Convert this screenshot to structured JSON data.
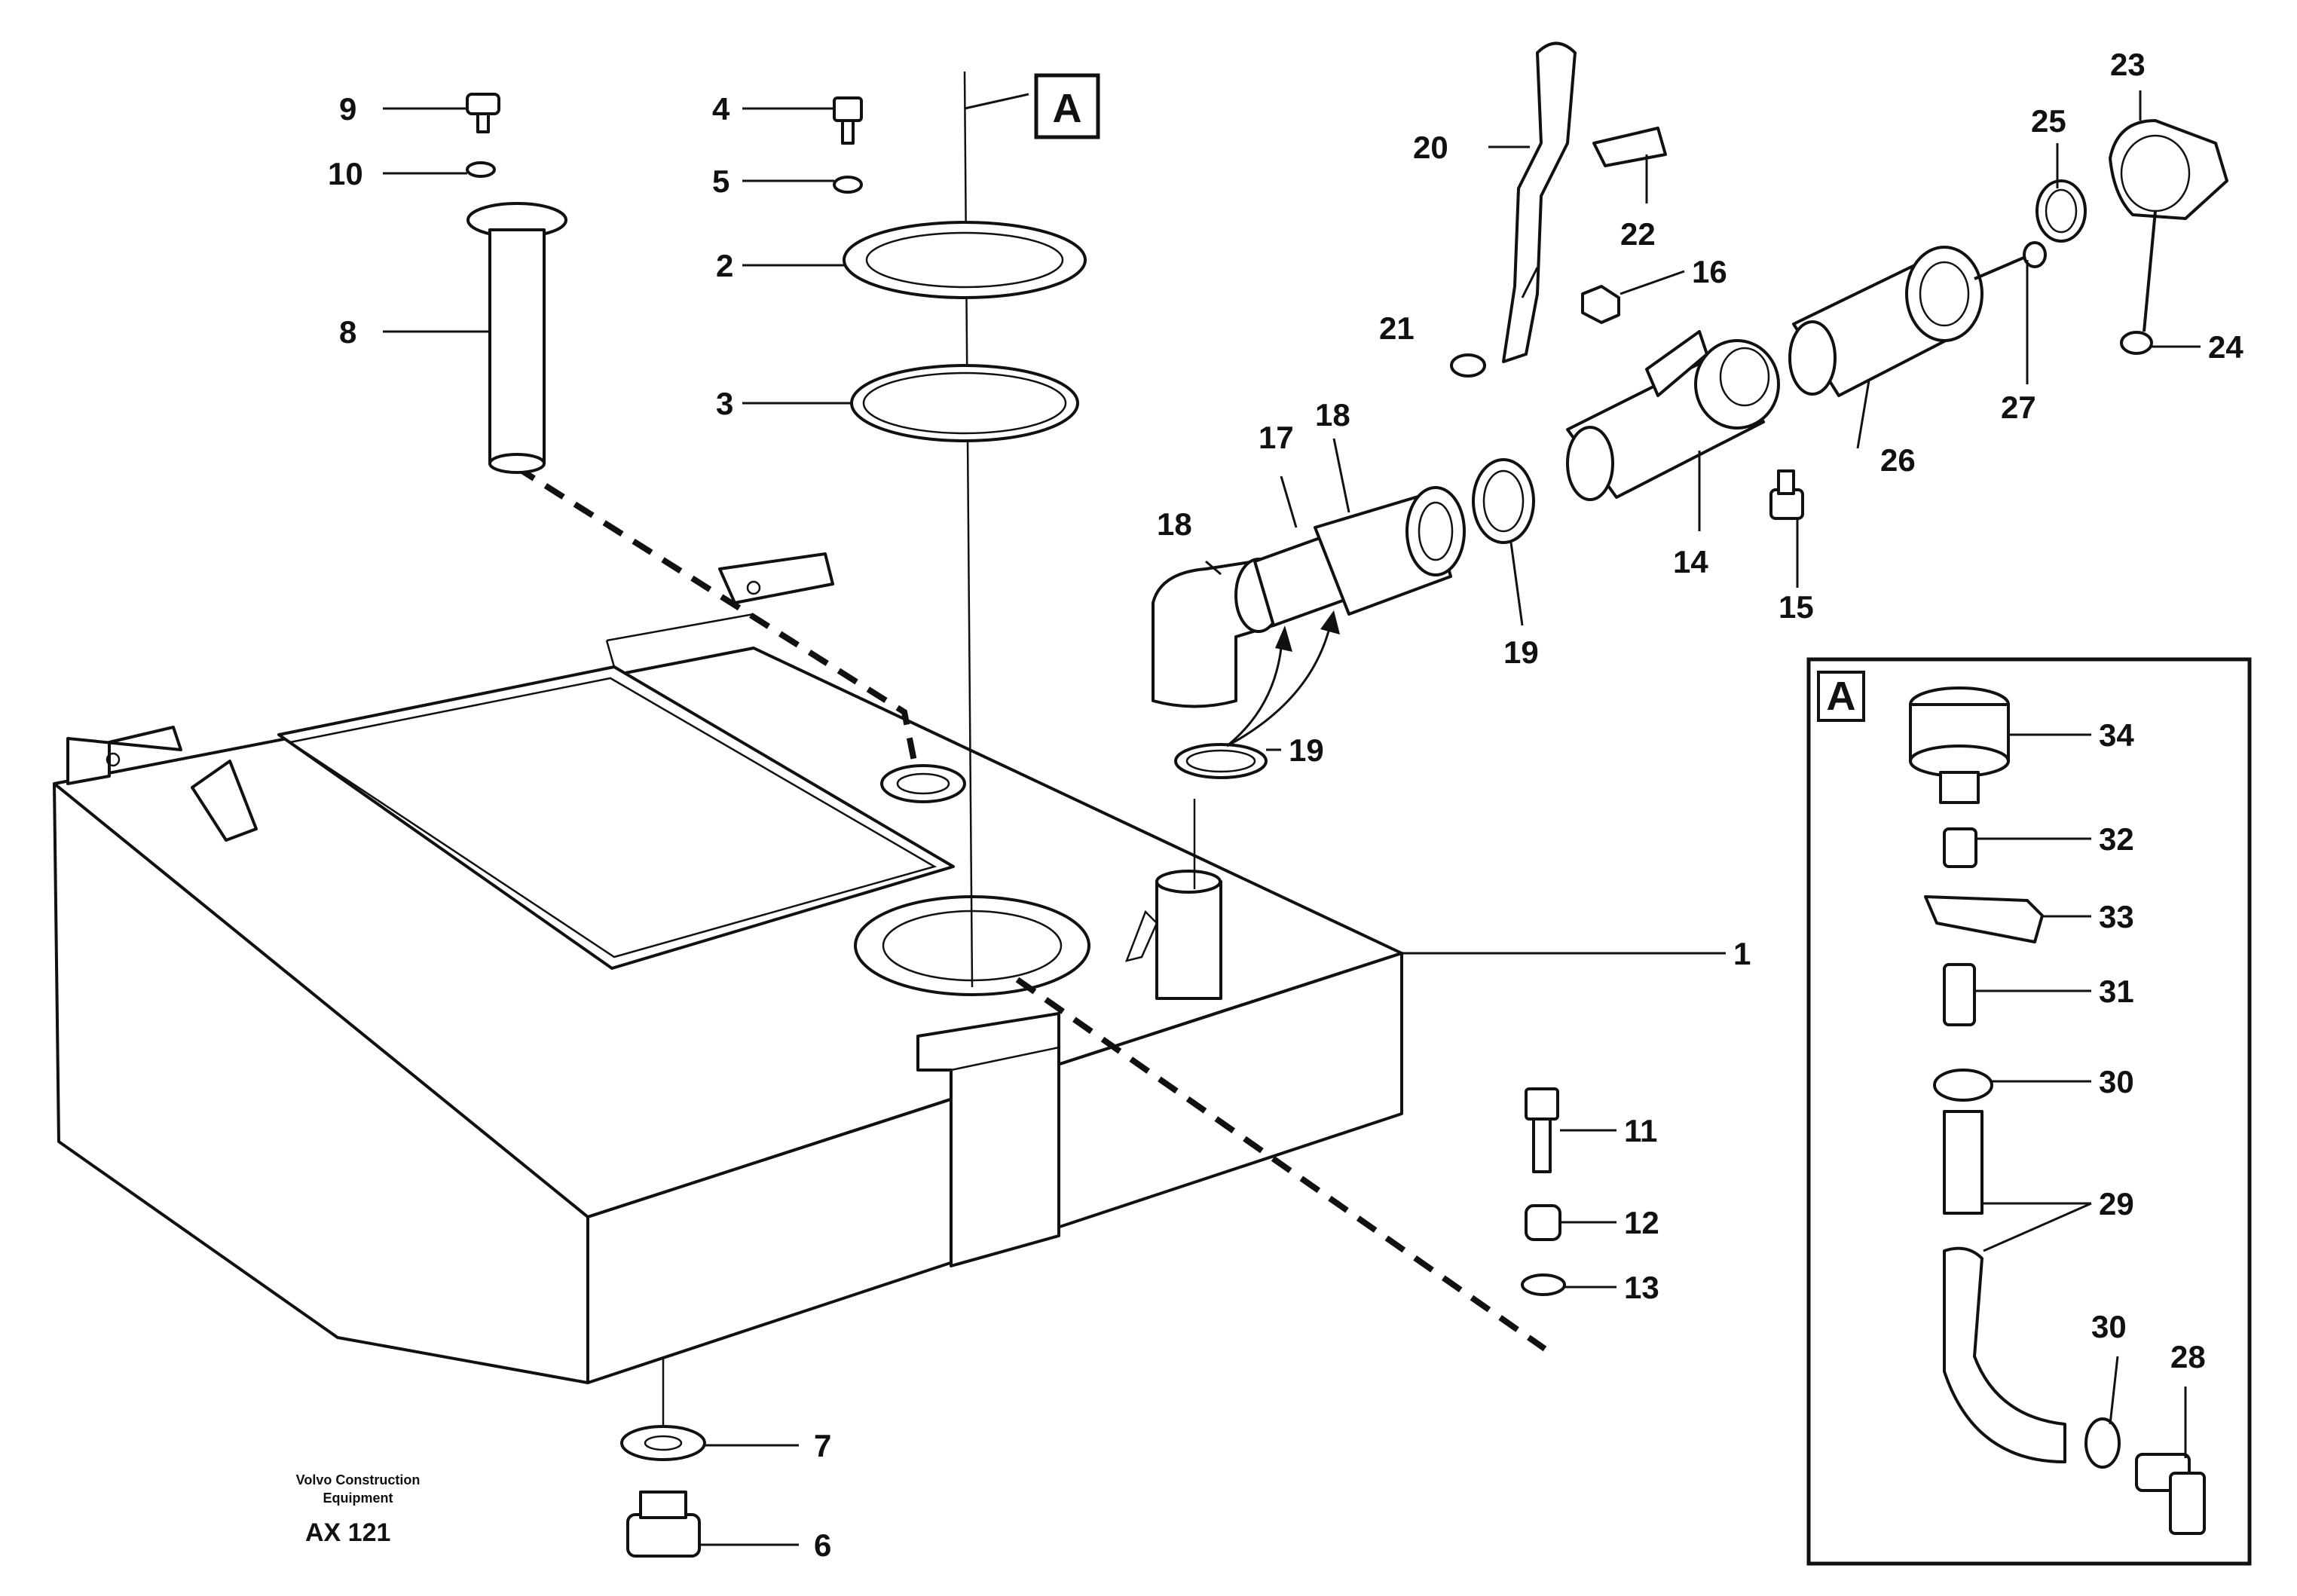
{
  "diagram": {
    "credit_line1": "Volvo Construction",
    "credit_line2": "Equipment",
    "doc_ref": "AX 121",
    "detail_label": "A",
    "detail_box_label": "A"
  },
  "callouts": [
    {
      "id": "c1",
      "text": "1"
    },
    {
      "id": "c2",
      "text": "2"
    },
    {
      "id": "c3",
      "text": "3"
    },
    {
      "id": "c4",
      "text": "4"
    },
    {
      "id": "c5",
      "text": "5"
    },
    {
      "id": "c6",
      "text": "6"
    },
    {
      "id": "c7",
      "text": "7"
    },
    {
      "id": "c8",
      "text": "8"
    },
    {
      "id": "c9",
      "text": "9"
    },
    {
      "id": "c10",
      "text": "10"
    },
    {
      "id": "c11",
      "text": "11"
    },
    {
      "id": "c12",
      "text": "12"
    },
    {
      "id": "c13",
      "text": "13"
    },
    {
      "id": "c14",
      "text": "14"
    },
    {
      "id": "c15",
      "text": "15"
    },
    {
      "id": "c16",
      "text": "16"
    },
    {
      "id": "c17",
      "text": "17"
    },
    {
      "id": "c18a",
      "text": "18"
    },
    {
      "id": "c18b",
      "text": "18"
    },
    {
      "id": "c19a",
      "text": "19"
    },
    {
      "id": "c19b",
      "text": "19"
    },
    {
      "id": "c20",
      "text": "20"
    },
    {
      "id": "c21",
      "text": "21"
    },
    {
      "id": "c22",
      "text": "22"
    },
    {
      "id": "c23",
      "text": "23"
    },
    {
      "id": "c24",
      "text": "24"
    },
    {
      "id": "c25",
      "text": "25"
    },
    {
      "id": "c26",
      "text": "26"
    },
    {
      "id": "c27",
      "text": "27"
    },
    {
      "id": "c28",
      "text": "28"
    },
    {
      "id": "c29",
      "text": "29"
    },
    {
      "id": "c30a",
      "text": "30"
    },
    {
      "id": "c30b",
      "text": "30"
    },
    {
      "id": "c31",
      "text": "31"
    },
    {
      "id": "c32",
      "text": "32"
    },
    {
      "id": "c33",
      "text": "33"
    },
    {
      "id": "c34",
      "text": "34"
    }
  ]
}
